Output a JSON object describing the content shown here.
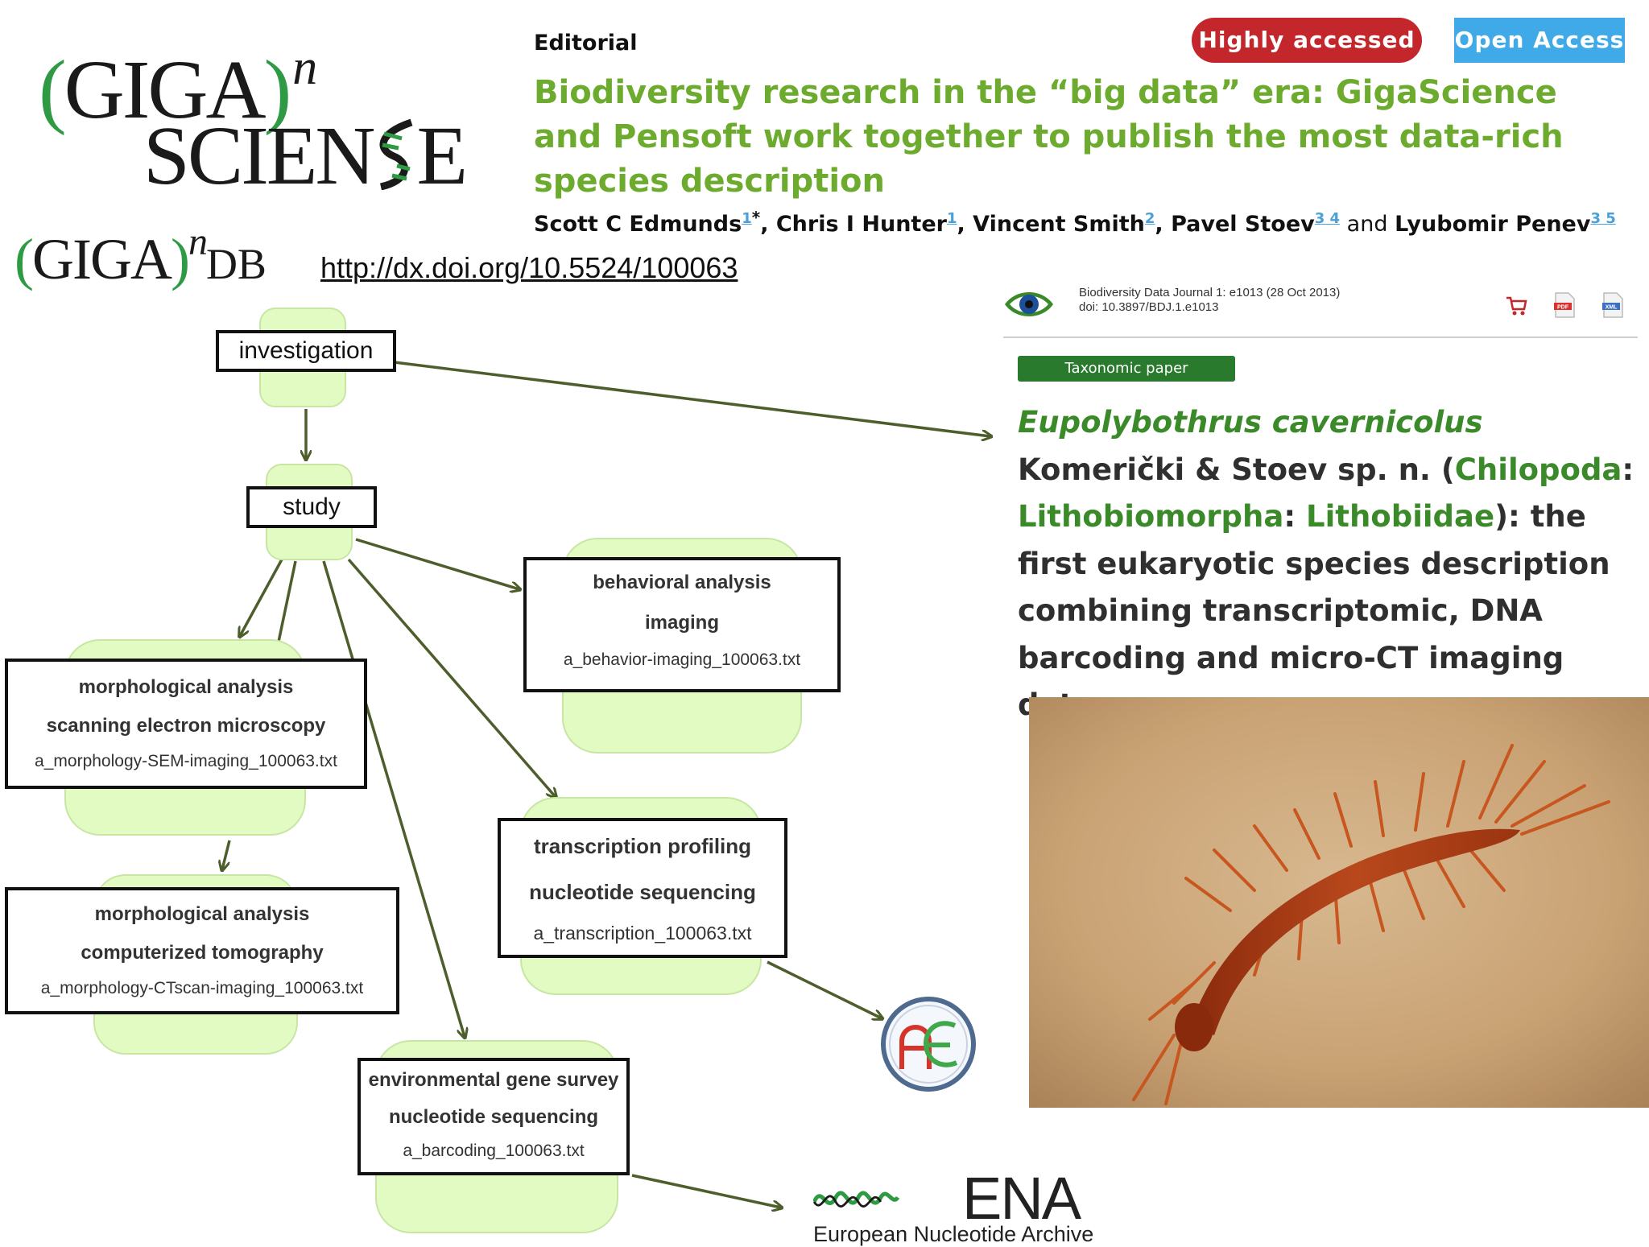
{
  "logos": {
    "gigascience": {
      "open_paren": "(",
      "giga": "GIGA",
      "close_paren": ")",
      "sup": "n",
      "science_pre": "SCIEN",
      "science_post": "E"
    },
    "gigadb": {
      "open_paren": "(",
      "giga": "GIGA",
      "close_paren": ")",
      "sup": "n",
      "db": "DB"
    },
    "ena": {
      "text": "ENA",
      "subtitle": "European Nucleotide Archive"
    }
  },
  "doi_link": "http://dx.doi.org/10.5524/100063",
  "article": {
    "type": "Editorial",
    "badges": [
      "Highly accessed",
      "Open Access"
    ],
    "title": "Biodiversity research in the “big data” era: GigaScience and Pensoft work together to publish the most data-rich species description",
    "authors": [
      {
        "name": "Scott C Edmunds",
        "aff": "1",
        "note": "*"
      },
      {
        "name": "Chris I Hunter",
        "aff": "1"
      },
      {
        "name": "Vincent Smith",
        "aff": "2"
      },
      {
        "name": "Pavel Stoev",
        "aff": "3 4"
      },
      {
        "name": "Lyubomir Penev",
        "aff": "3 5"
      }
    ],
    "author_sep": ", ",
    "author_and": " and "
  },
  "bdj": {
    "journal_line": "Biodiversity Data Journal 1: e1013 (28 Oct 2013)",
    "doi_line": "doi: 10.3897/BDJ.1.e1013",
    "icons": [
      "cart-icon",
      "pdf-icon",
      "xml-icon"
    ],
    "icon_labels": {
      "pdf": "PDF",
      "xml": "XML"
    },
    "category": "Taxonomic paper",
    "title_parts": {
      "species": "Eupolybothrus cavernicolus",
      "authority": " Komerički & Stoev sp. n. (",
      "order": "Chilopoda",
      "sep1": ": ",
      "family1": "Lithobiomorpha",
      "sep2": ": ",
      "family2": "Lithobiidae",
      "rest": "): the first eukaryotic species description combining transcriptomic, DNA barcoding and micro-CT imaging data"
    }
  },
  "diagram": {
    "investigation": "investigation",
    "study": "study",
    "assays": {
      "behavior": {
        "l1": "behavioral analysis",
        "l2": "imaging",
        "l3": "a_behavior-imaging_100063.txt"
      },
      "sem": {
        "l1": "morphological analysis",
        "l2": "scanning electron microscopy",
        "l3": "a_morphology-SEM-imaging_100063.txt"
      },
      "ct": {
        "l1": "morphological analysis",
        "l2": "computerized tomography",
        "l3": "a_morphology-CTscan-imaging_100063.txt"
      },
      "transcription": {
        "l1": "transcription profiling",
        "l2": "nucleotide sequencing",
        "l3": "a_transcription_100063.txt"
      },
      "barcoding": {
        "l1": "environmental gene survey",
        "l2": "nucleotide sequencing",
        "l3": "a_barcoding_100063.txt"
      }
    }
  },
  "colors": {
    "title_green": "#6cab2e",
    "badge_red": "#c3272b",
    "badge_blue": "#40a9e8",
    "arrow": "#4d5e2c",
    "node_fill": "#e2fbc3"
  }
}
